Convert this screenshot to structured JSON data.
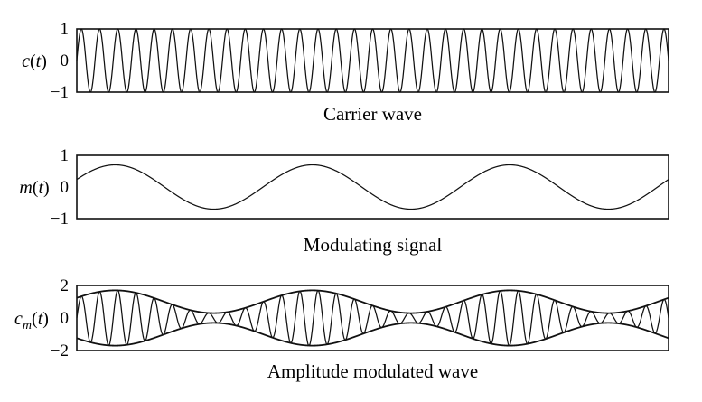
{
  "chart_data": [
    {
      "type": "line",
      "ylabel_fn": "c",
      "ylabel_arg": "t",
      "ylabel_sub": "",
      "caption": "Carrier wave",
      "ylim": [
        -1,
        1
      ],
      "yticks": [
        "1",
        "0",
        "−1"
      ],
      "grid": false,
      "series": [
        {
          "kind": "sine",
          "amplitude": 1,
          "offset": 0,
          "cycles": 32.5,
          "phase_deg": 0
        }
      ]
    },
    {
      "type": "line",
      "ylabel_fn": "m",
      "ylabel_arg": "t",
      "ylabel_sub": "",
      "caption": "Modulating signal",
      "ylim": [
        -1,
        1
      ],
      "yticks": [
        "1",
        "0",
        "−1"
      ],
      "grid": false,
      "series": [
        {
          "kind": "sine",
          "amplitude": 0.7,
          "offset": 0,
          "cycles": 3.0,
          "phase_deg": 20
        }
      ]
    },
    {
      "type": "line",
      "ylabel_fn": "c",
      "ylabel_arg": "t",
      "ylabel_sub": "m",
      "caption": "Amplitude modulated wave",
      "ylim": [
        -2,
        2
      ],
      "yticks": [
        "2",
        "0",
        "−2"
      ],
      "grid": false,
      "series": [
        {
          "kind": "am",
          "carrier_cycles": 32.5,
          "mod_cycles": 3.0,
          "mod_phase_deg": 20,
          "mod_amplitude": 0.7,
          "base": 1
        },
        {
          "kind": "envelope_upper",
          "mod_cycles": 3.0,
          "mod_phase_deg": 20,
          "mod_amplitude": 0.7,
          "base": 1
        },
        {
          "kind": "envelope_lower",
          "mod_cycles": 3.0,
          "mod_phase_deg": 20,
          "mod_amplitude": 0.7,
          "base": 1
        }
      ]
    }
  ]
}
